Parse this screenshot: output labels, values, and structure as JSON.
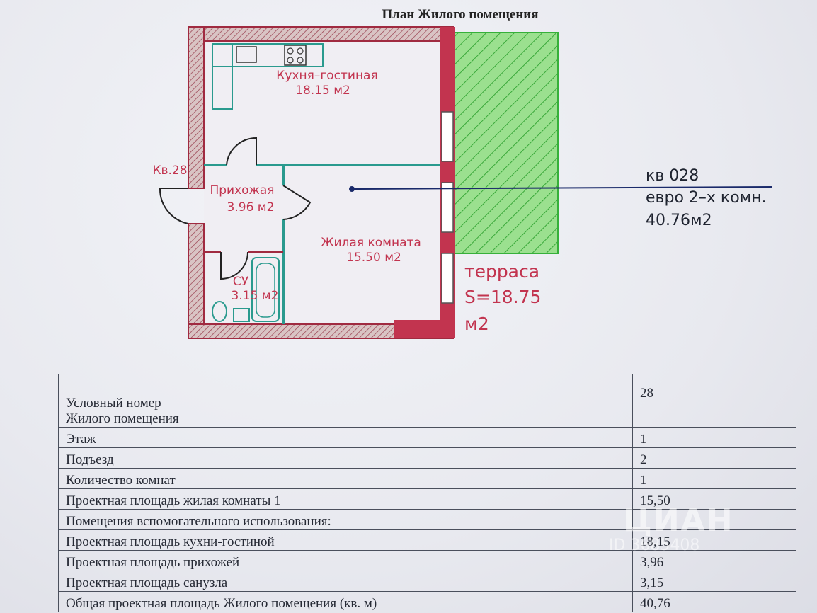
{
  "title": "План Жилого помещения",
  "plan": {
    "apartment_tag": "Кв.28",
    "rooms": [
      {
        "name": "Кухня–гостиная",
        "area": "18.15  м2"
      },
      {
        "name": "Прихожая",
        "area": "3.96 м2"
      },
      {
        "name": "Жилая комната",
        "area": "15.50 м2"
      },
      {
        "name": "СУ",
        "area": "3.15 м2"
      }
    ],
    "callout": {
      "line1": "кв 028",
      "line2": "евро 2–х комн.",
      "line3": "40.76м2"
    },
    "terrace": {
      "line1": "терраса",
      "line2": "S=18.75",
      "line3": "м2"
    },
    "colors": {
      "wall": "#c2344f",
      "terrace": "#4fd14a",
      "furniture": "#2a9a8e",
      "text": "#c2344f"
    }
  },
  "table": {
    "rows": [
      {
        "label_line1": "Условный номер",
        "label_line2": "Жилого помещения",
        "value": "28"
      },
      {
        "label": "Этаж",
        "value": "1"
      },
      {
        "label": "Подъезд",
        "value": "2"
      },
      {
        "label": "Количество комнат",
        "value": "1"
      },
      {
        "label": "Проектная площадь жилая комнаты 1",
        "value": "15,50"
      },
      {
        "label": "Помещения вспомогательного использования:",
        "value": ""
      },
      {
        "label": "Проектная площадь кухни-гостиной",
        "value": "18,15"
      },
      {
        "label": "Проектная площадь прихожей",
        "value": "3,96"
      },
      {
        "label": "Проектная площадь санузла",
        "value": "3,15"
      },
      {
        "label": "Общая проектная площадь Жилого помещения (кв. м)",
        "value": "40,76"
      }
    ]
  },
  "watermark": {
    "brand": "ЦИАН",
    "id": "ID 3685408"
  }
}
